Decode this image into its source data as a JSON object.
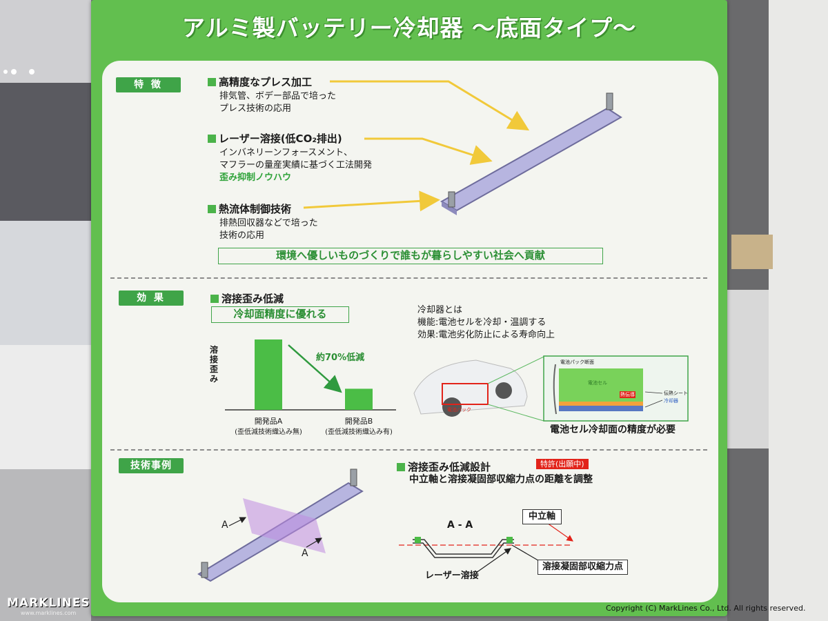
{
  "board": {
    "title": "アルミ製バッテリー冷却器 ～底面タイプ～"
  },
  "features": {
    "label": "特 徴",
    "items": [
      {
        "title": "高精度なプレス加工",
        "lines": [
          "排気管、ボデー部品で培った",
          "プレス技術の応用"
        ]
      },
      {
        "title": "レーザー溶接(低CO₂排出)",
        "lines": [
          "インバネリーンフォースメント、",
          "マフラーの量産実績に基づく工法開発"
        ],
        "highlight": "歪み抑制ノウハウ"
      },
      {
        "title": "熱流体制御技術",
        "lines": [
          "排熱回収器などで培った",
          "技術の応用"
        ]
      }
    ],
    "slogan": "環境へ優しいものづくりで誰もが暮らしやすい社会へ貢献"
  },
  "effects": {
    "label": "効 果",
    "title": "溶接歪み低減",
    "subtitle": "冷却面精度に優れる",
    "chart_data": {
      "type": "bar",
      "categories": [
        "開発品A",
        "開発品B"
      ],
      "category_notes": [
        "(歪低減技術織込み無)",
        "(歪低減技術織込み有)"
      ],
      "values": [
        100,
        30
      ],
      "ylabel": "溶接歪み",
      "annotation": "約70%低減"
    },
    "cooler_desc": [
      "冷却器とは",
      "機能:電池セルを冷却・温調する",
      "効果:電池劣化防止による寿命向上"
    ],
    "car_label": "電池パック",
    "diagram_labels": {
      "pack_section": "電池パック断面",
      "cell": "電池セル",
      "heat_sheet": "伝熱シート",
      "cooler": "冷却器",
      "callout": "熱伝導"
    },
    "caption": "電池セル冷却面の精度が必要"
  },
  "examples": {
    "label": "技術事例",
    "title": "溶接歪み低減設計",
    "patent": "特許(出願中)",
    "desc": "中立軸と溶接凝固部収縮力点の距離を調整",
    "section_a": "A",
    "section_title": "A - A",
    "neutral_axis": "中立軸",
    "laser_weld": "レーザー溶接",
    "shrink_point": "溶接凝固部収縮力点"
  },
  "watermark": {
    "logo": "MARKLINES",
    "url": "www.marklines.com",
    "copyright": "Copyright (C) MarkLines Co., Ltd. All rights reserved."
  },
  "colors": {
    "board_green": "#62bf4f",
    "label_green": "#3fa448",
    "arrow_yellow": "#f1c93a",
    "plate_lavender": "#b7b5e0",
    "patent_red": "#e2231a"
  }
}
